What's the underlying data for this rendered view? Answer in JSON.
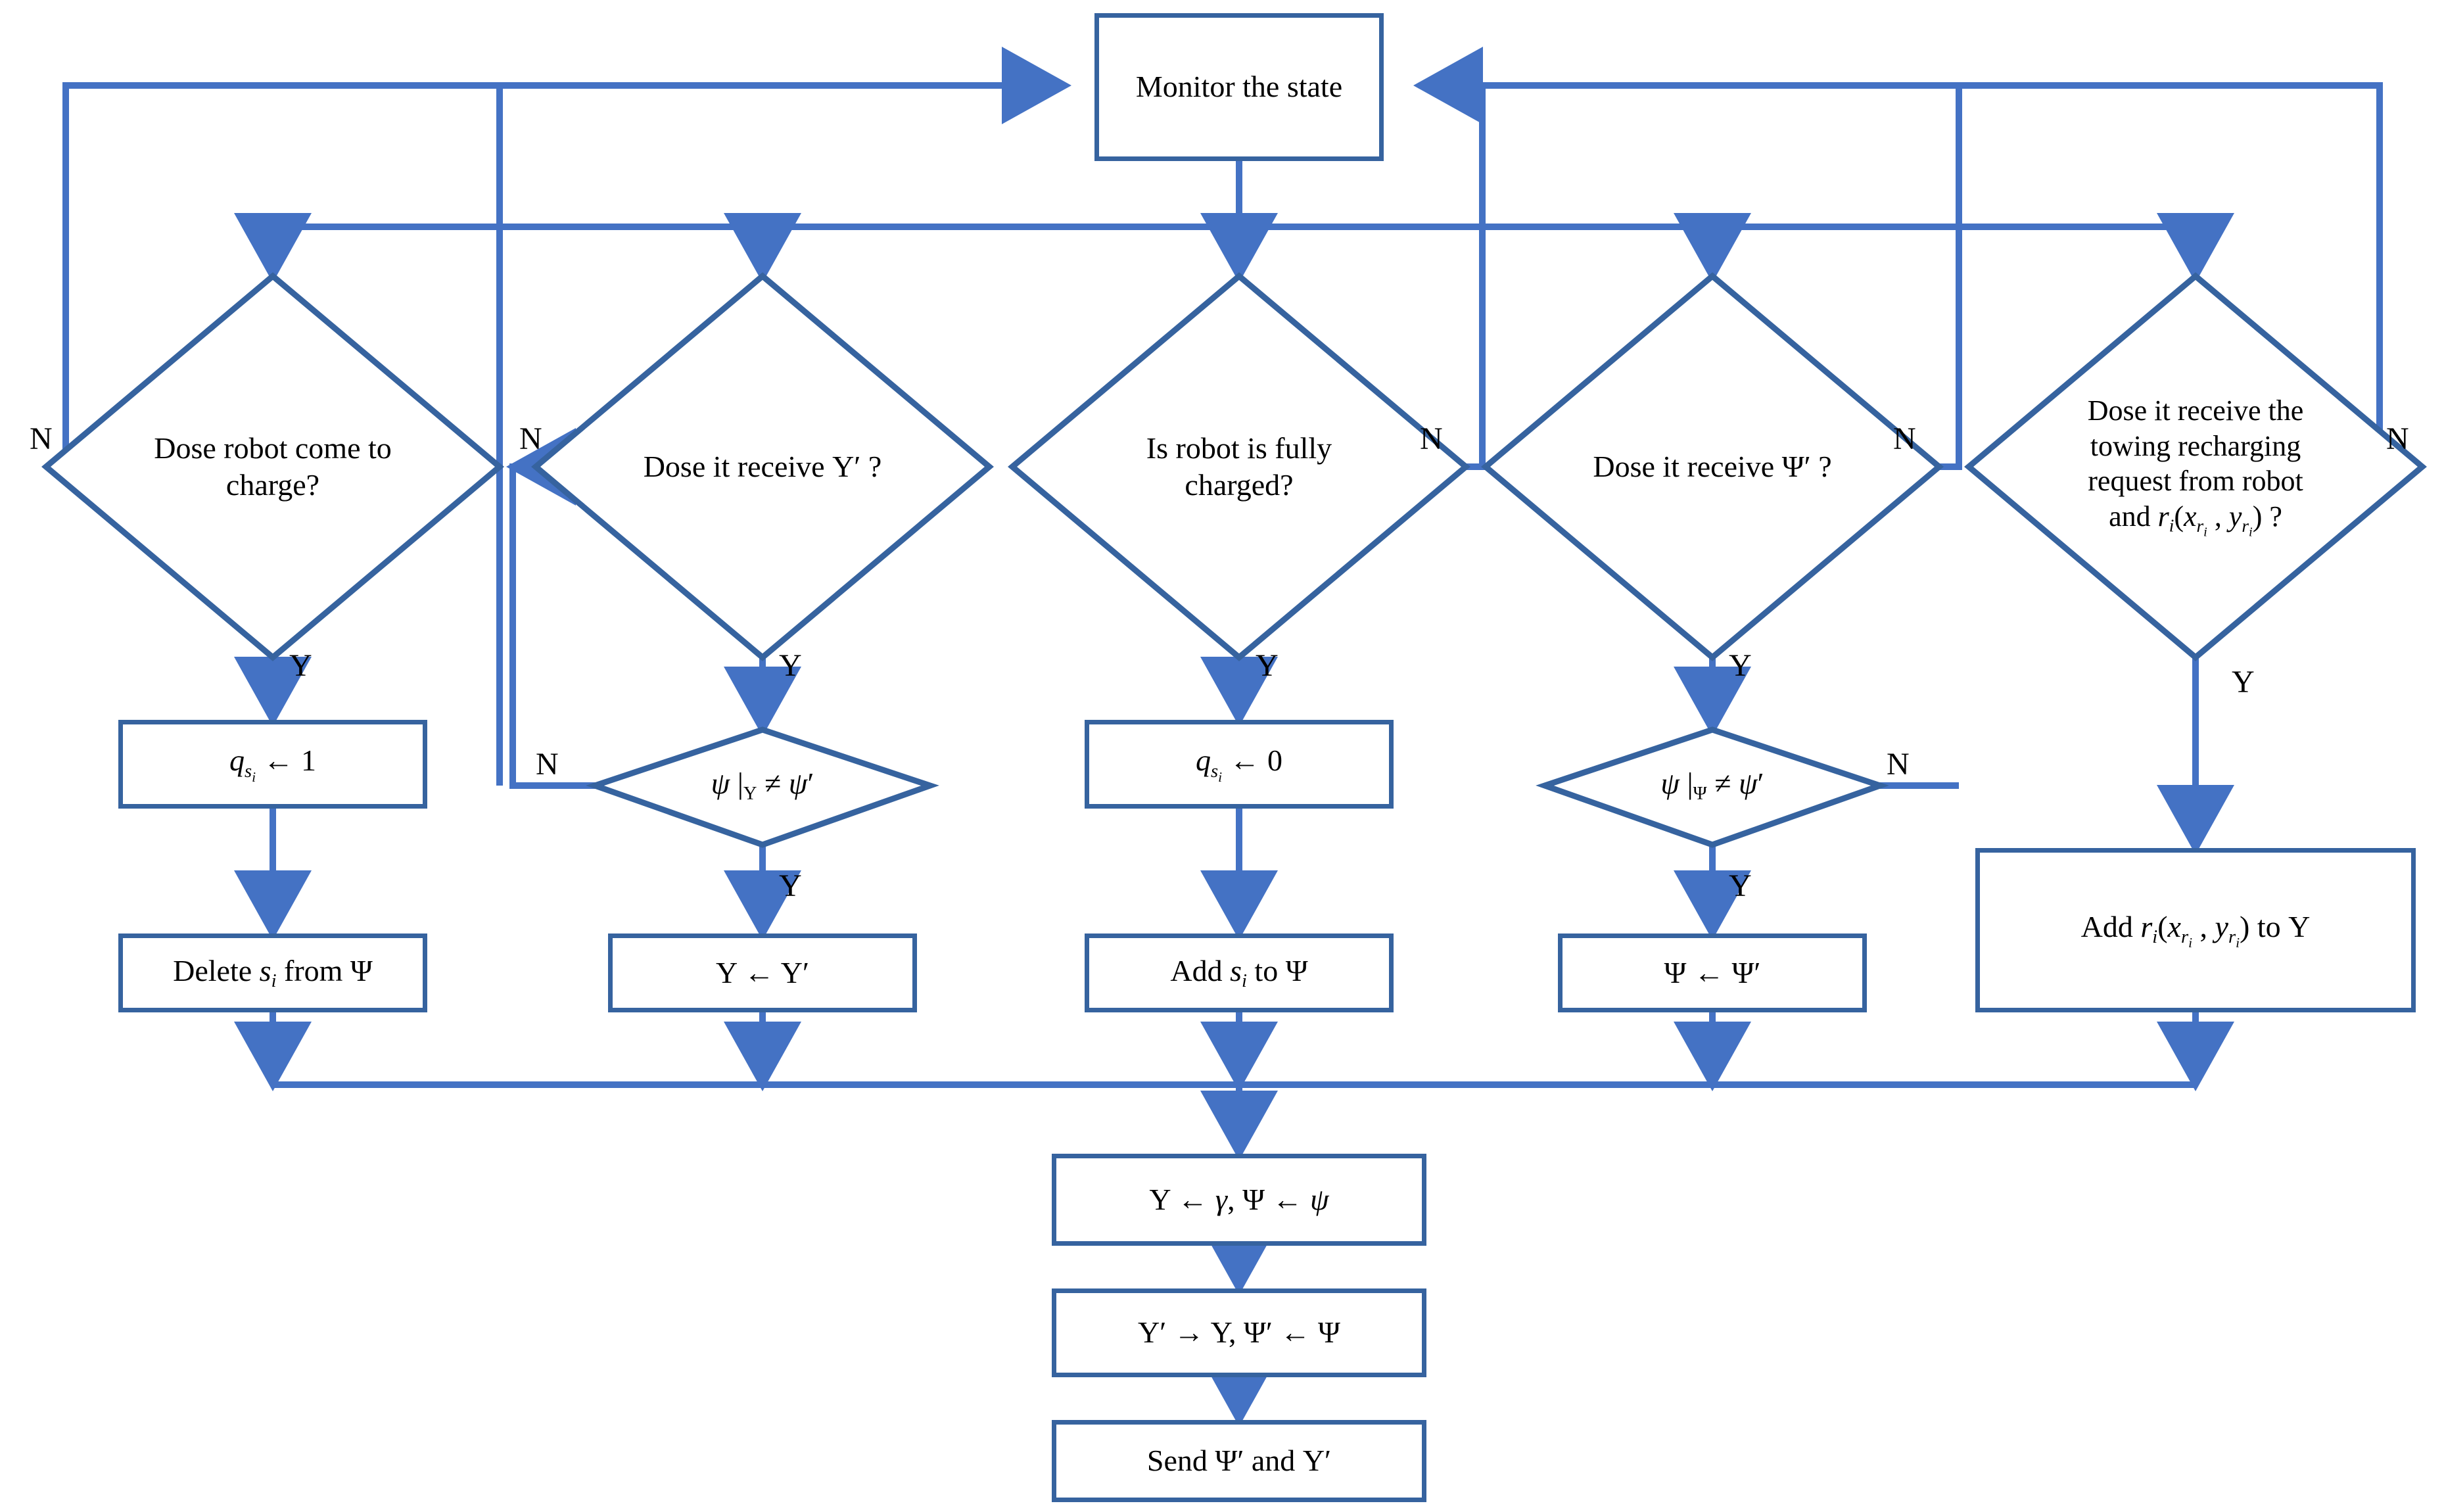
{
  "diagram": {
    "title": "Charging station state monitoring flowchart",
    "accent_color": "#36639f",
    "line_color": "#4472c4",
    "background": "#ffffff",
    "start_node": {
      "label": "Monitor the state"
    },
    "decisions": [
      {
        "id": "d1",
        "label": "Dose robot come to charge?",
        "yes": "Y",
        "no": "N"
      },
      {
        "id": "d2",
        "label": "Dose it receive Υ′ ?",
        "yes": "Y",
        "no": "N"
      },
      {
        "id": "d3",
        "label": "Is robot is fully charged?",
        "yes": "Y",
        "no": "N"
      },
      {
        "id": "d4",
        "label": "Dose it receive Ψ′ ?",
        "yes": "Y",
        "no": "N"
      },
      {
        "id": "d5",
        "label": "Dose it receive the towing recharging request from robot and rᵢ(xᵣᵢ , yᵣᵢ) ?",
        "yes": "Y",
        "no": "N"
      }
    ],
    "sub_decisions": [
      {
        "id": "sd2",
        "label": "ψ |Υ ≠ ψ′",
        "yes": "Y",
        "no": "N"
      },
      {
        "id": "sd4",
        "label": "ψ |Ψ ≠ ψ′",
        "yes": "Y",
        "no": "N"
      }
    ],
    "processes": [
      {
        "id": "p1",
        "label": "qₛᵢ ← 1"
      },
      {
        "id": "p2",
        "label": "Delete sᵢ from Ψ"
      },
      {
        "id": "p3",
        "label": "Υ ← Υ′"
      },
      {
        "id": "p4",
        "label": "qₛᵢ ← 0"
      },
      {
        "id": "p5",
        "label": "Add sᵢ to Ψ"
      },
      {
        "id": "p6",
        "label": "Ψ ← Ψ′"
      },
      {
        "id": "p7",
        "label": "Add rᵢ(xᵣᵢ , yᵣᵢ) to Υ"
      }
    ],
    "footer_processes": [
      {
        "id": "f1",
        "label": "Υ ← γ, Ψ ← ψ"
      },
      {
        "id": "f2",
        "label": "Υ′ → Υ, Ψ′ ← Ψ"
      },
      {
        "id": "f3",
        "label": "Send Ψ′ and Υ′"
      }
    ],
    "branch_labels": {
      "yes": "Y",
      "no": "N"
    }
  }
}
